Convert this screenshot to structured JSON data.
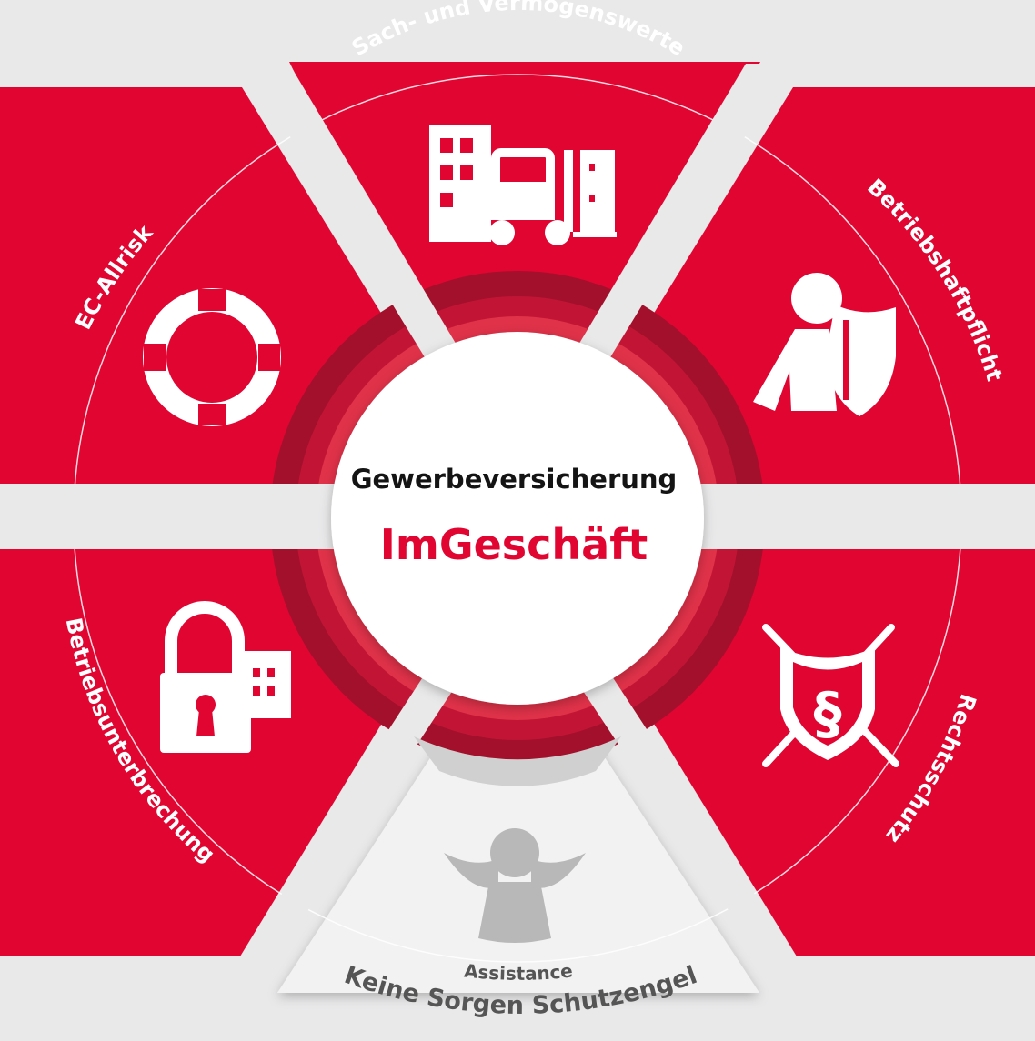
{
  "center": {
    "title": "Gewerbeversicherung",
    "brand": "ImGeschäft"
  },
  "segments": [
    {
      "label": "Sach- und Vermögenswerte",
      "icon": "building-forklift-icon"
    },
    {
      "label": "Betriebshaftpflicht",
      "icon": "person-shield-icon"
    },
    {
      "label": "Rechtsschutz",
      "icon": "paragraph-shield-swords-icon"
    },
    {
      "label": "Keine Sorgen Schutzengel",
      "sublabel": "Assistance",
      "icon": "angel-icon"
    },
    {
      "label": "Betriebsunterbrechung",
      "icon": "padlock-building-icon"
    },
    {
      "label": "EC-Allrisk",
      "icon": "lifebuoy-icon"
    }
  ],
  "colors": {
    "primary_red": "#e10532",
    "dark_red": "#a3102b",
    "mid_red": "#e03249",
    "assistance_gray": "#f2f2f2",
    "background": "#e9e9ea"
  }
}
